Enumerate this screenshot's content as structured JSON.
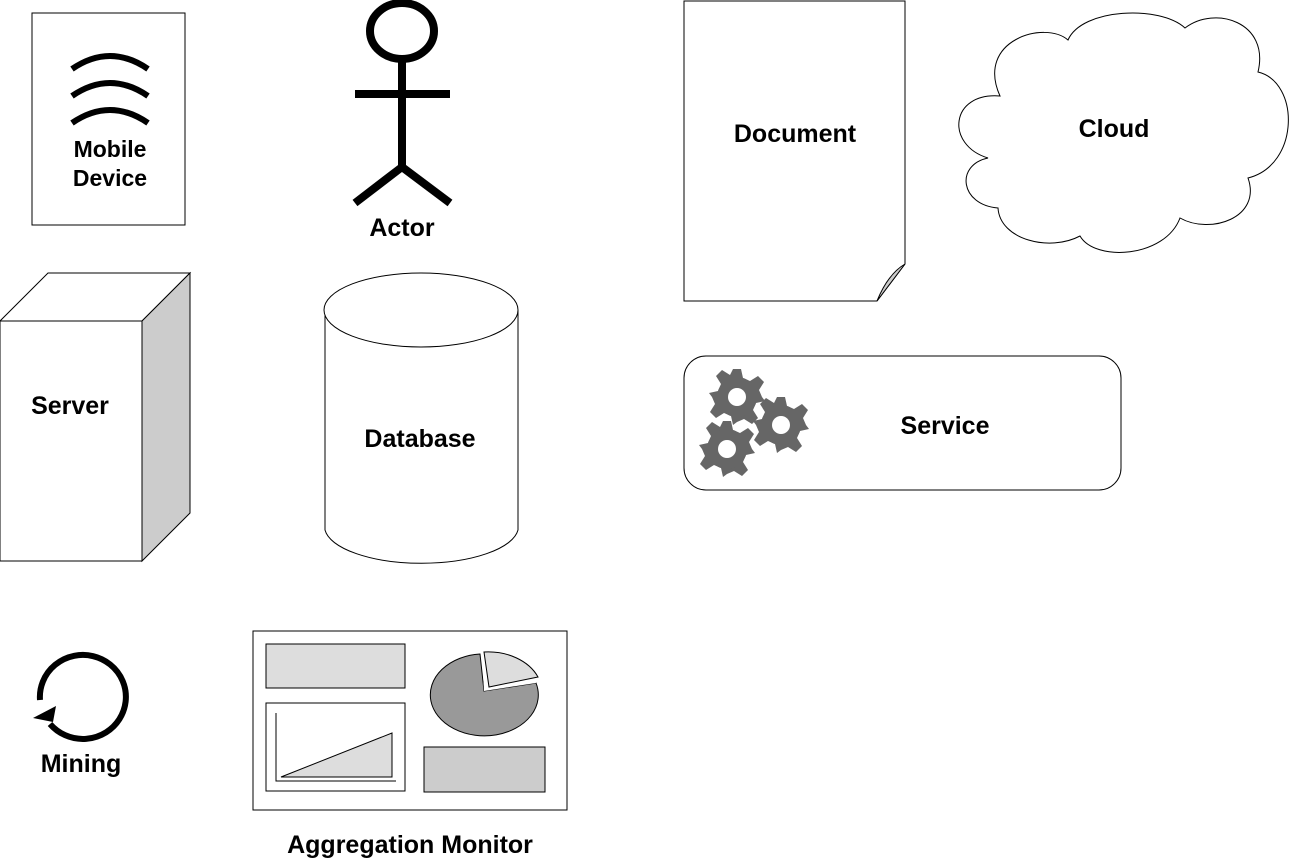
{
  "shapes": {
    "mobile_device": {
      "label_line1": "Mobile",
      "label_line2": "Device"
    },
    "actor": {
      "label": "Actor"
    },
    "document": {
      "label": "Document"
    },
    "cloud": {
      "label": "Cloud"
    },
    "server": {
      "label": "Server"
    },
    "database": {
      "label": "Database"
    },
    "service": {
      "label": "Service"
    },
    "mining": {
      "label": "Mining"
    },
    "aggregation_monitor": {
      "label": "Aggregation Monitor"
    }
  },
  "colors": {
    "stroke": "#000000",
    "fill": "#ffffff",
    "shade": "#cccccc",
    "gear": "#666666",
    "pie_dark": "#999999",
    "pie_light": "#dddddd"
  }
}
